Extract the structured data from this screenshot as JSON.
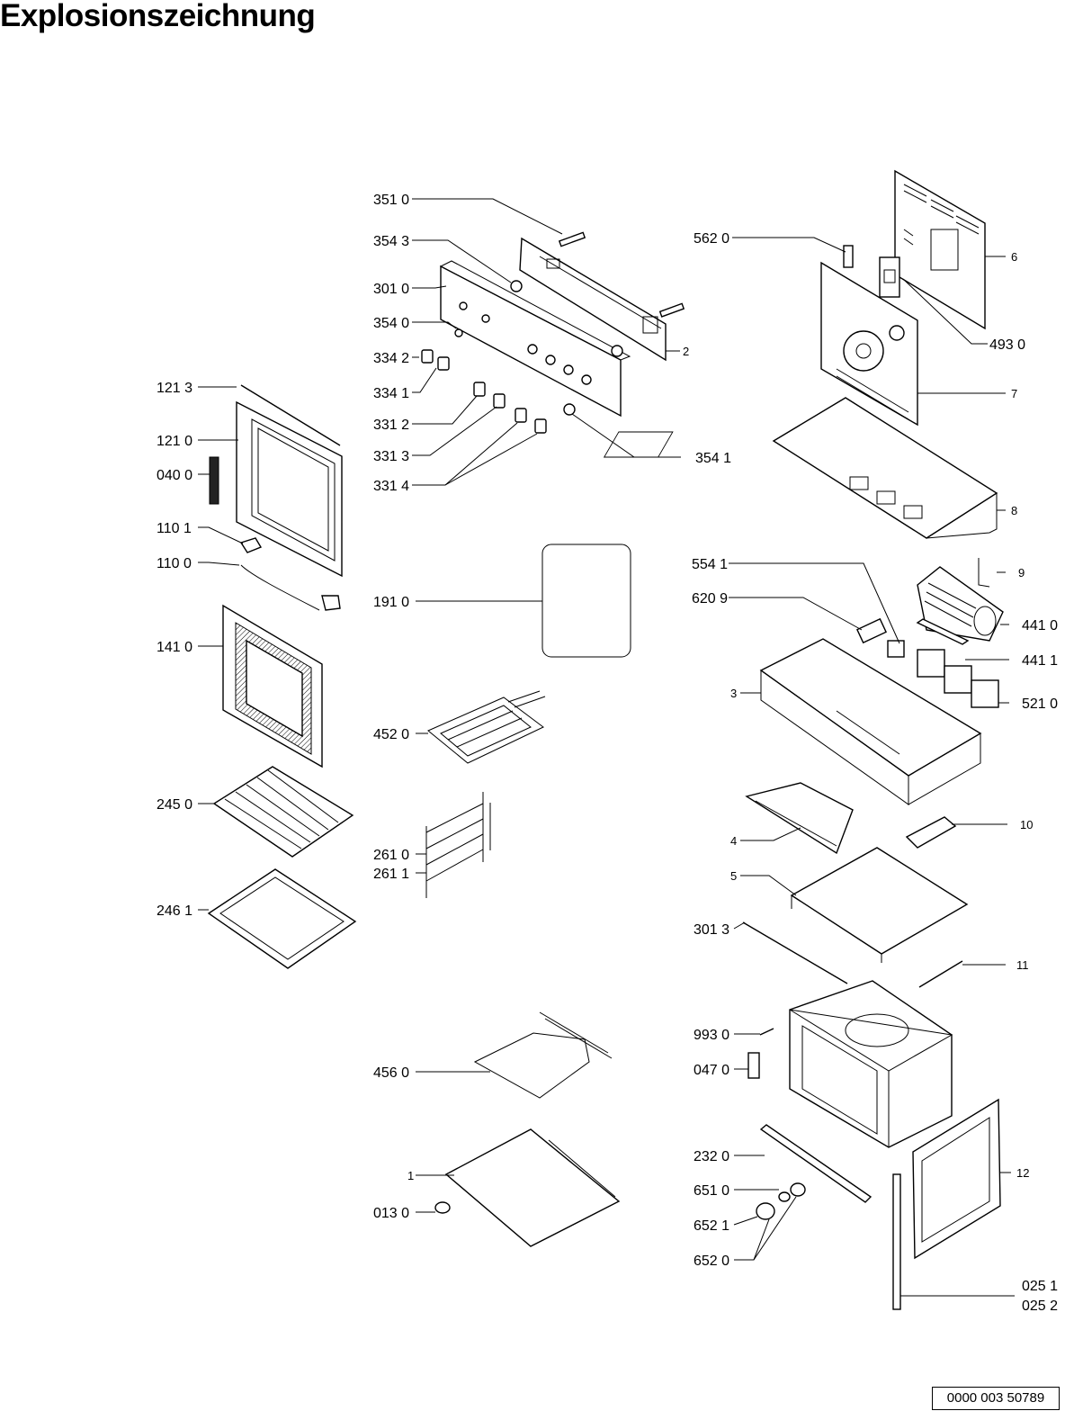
{
  "title": "Explosionszeichnung",
  "document_id": "0000 003 50789",
  "labels": {
    "p351_0": "351 0",
    "p354_3": "354 3",
    "p301_0": "301 0",
    "p354_0": "354 0",
    "p334_2": "334 2",
    "p334_1": "334 1",
    "p331_2": "331 2",
    "p331_3": "331 3",
    "p331_4": "331 4",
    "p354_1": "354 1",
    "p2": "2",
    "p562_0": "562 0",
    "p6": "6",
    "p493_0": "493 0",
    "p7": "7",
    "p8": "8",
    "p121_3": "121 3",
    "p121_0": "121 0",
    "p040_0": "040 0",
    "p110_1": "110 1",
    "p110_0": "110 0",
    "p141_0": "141 0",
    "p245_0": "245 0",
    "p246_1": "246 1",
    "p191_0": "191 0",
    "p452_0": "452 0",
    "p261_0": "261 0",
    "p261_1": "261 1",
    "p554_1": "554 1",
    "p620_9": "620 9",
    "p9": "9",
    "p441_0": "441 0",
    "p441_1": "441 1",
    "p3": "3",
    "p521_0": "521 0",
    "p4": "4",
    "p10": "10",
    "p5": "5",
    "p301_3": "301 3",
    "p11": "11",
    "p993_0": "993 0",
    "p047_0": "047 0",
    "p456_0": "456 0",
    "p232_0": "232 0",
    "p12": "12",
    "p651_0": "651 0",
    "p652_1": "652 1",
    "p652_0": "652 0",
    "p1": "1",
    "p013_0": "013 0",
    "p025_1": "025 1",
    "p025_2": "025 2"
  }
}
